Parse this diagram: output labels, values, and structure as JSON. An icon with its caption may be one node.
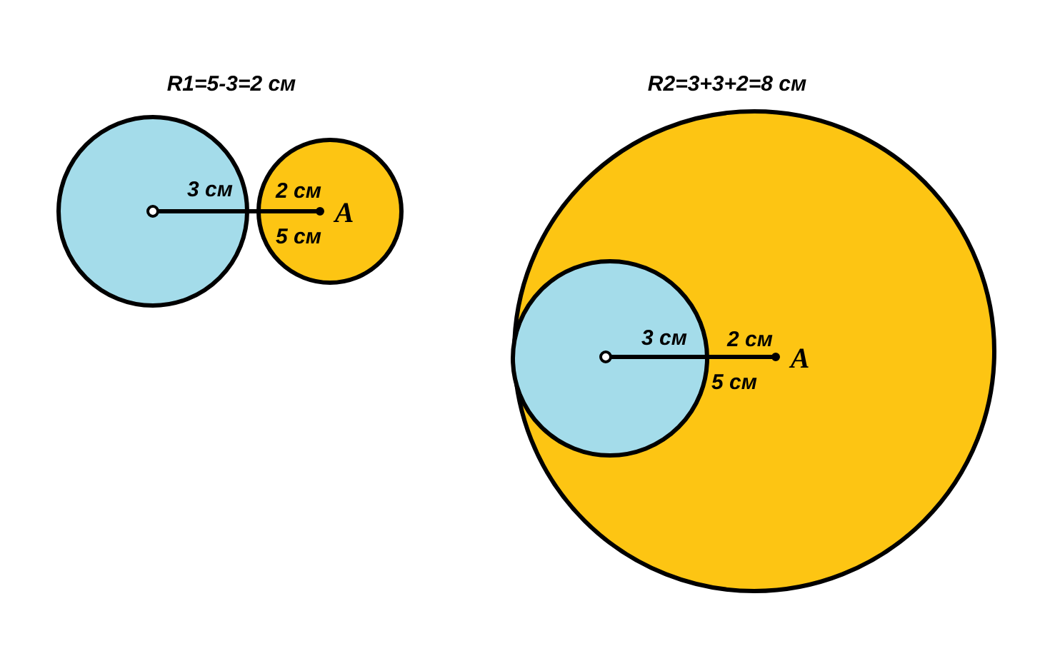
{
  "diagram": {
    "labels": [
      "R1=5-3=2 см",
      "3 см",
      "2 см",
      "A",
      "5 см",
      "R2=3+3+2=8 см",
      "3 см",
      "2 см",
      "A",
      "5 см"
    ]
  }
}
